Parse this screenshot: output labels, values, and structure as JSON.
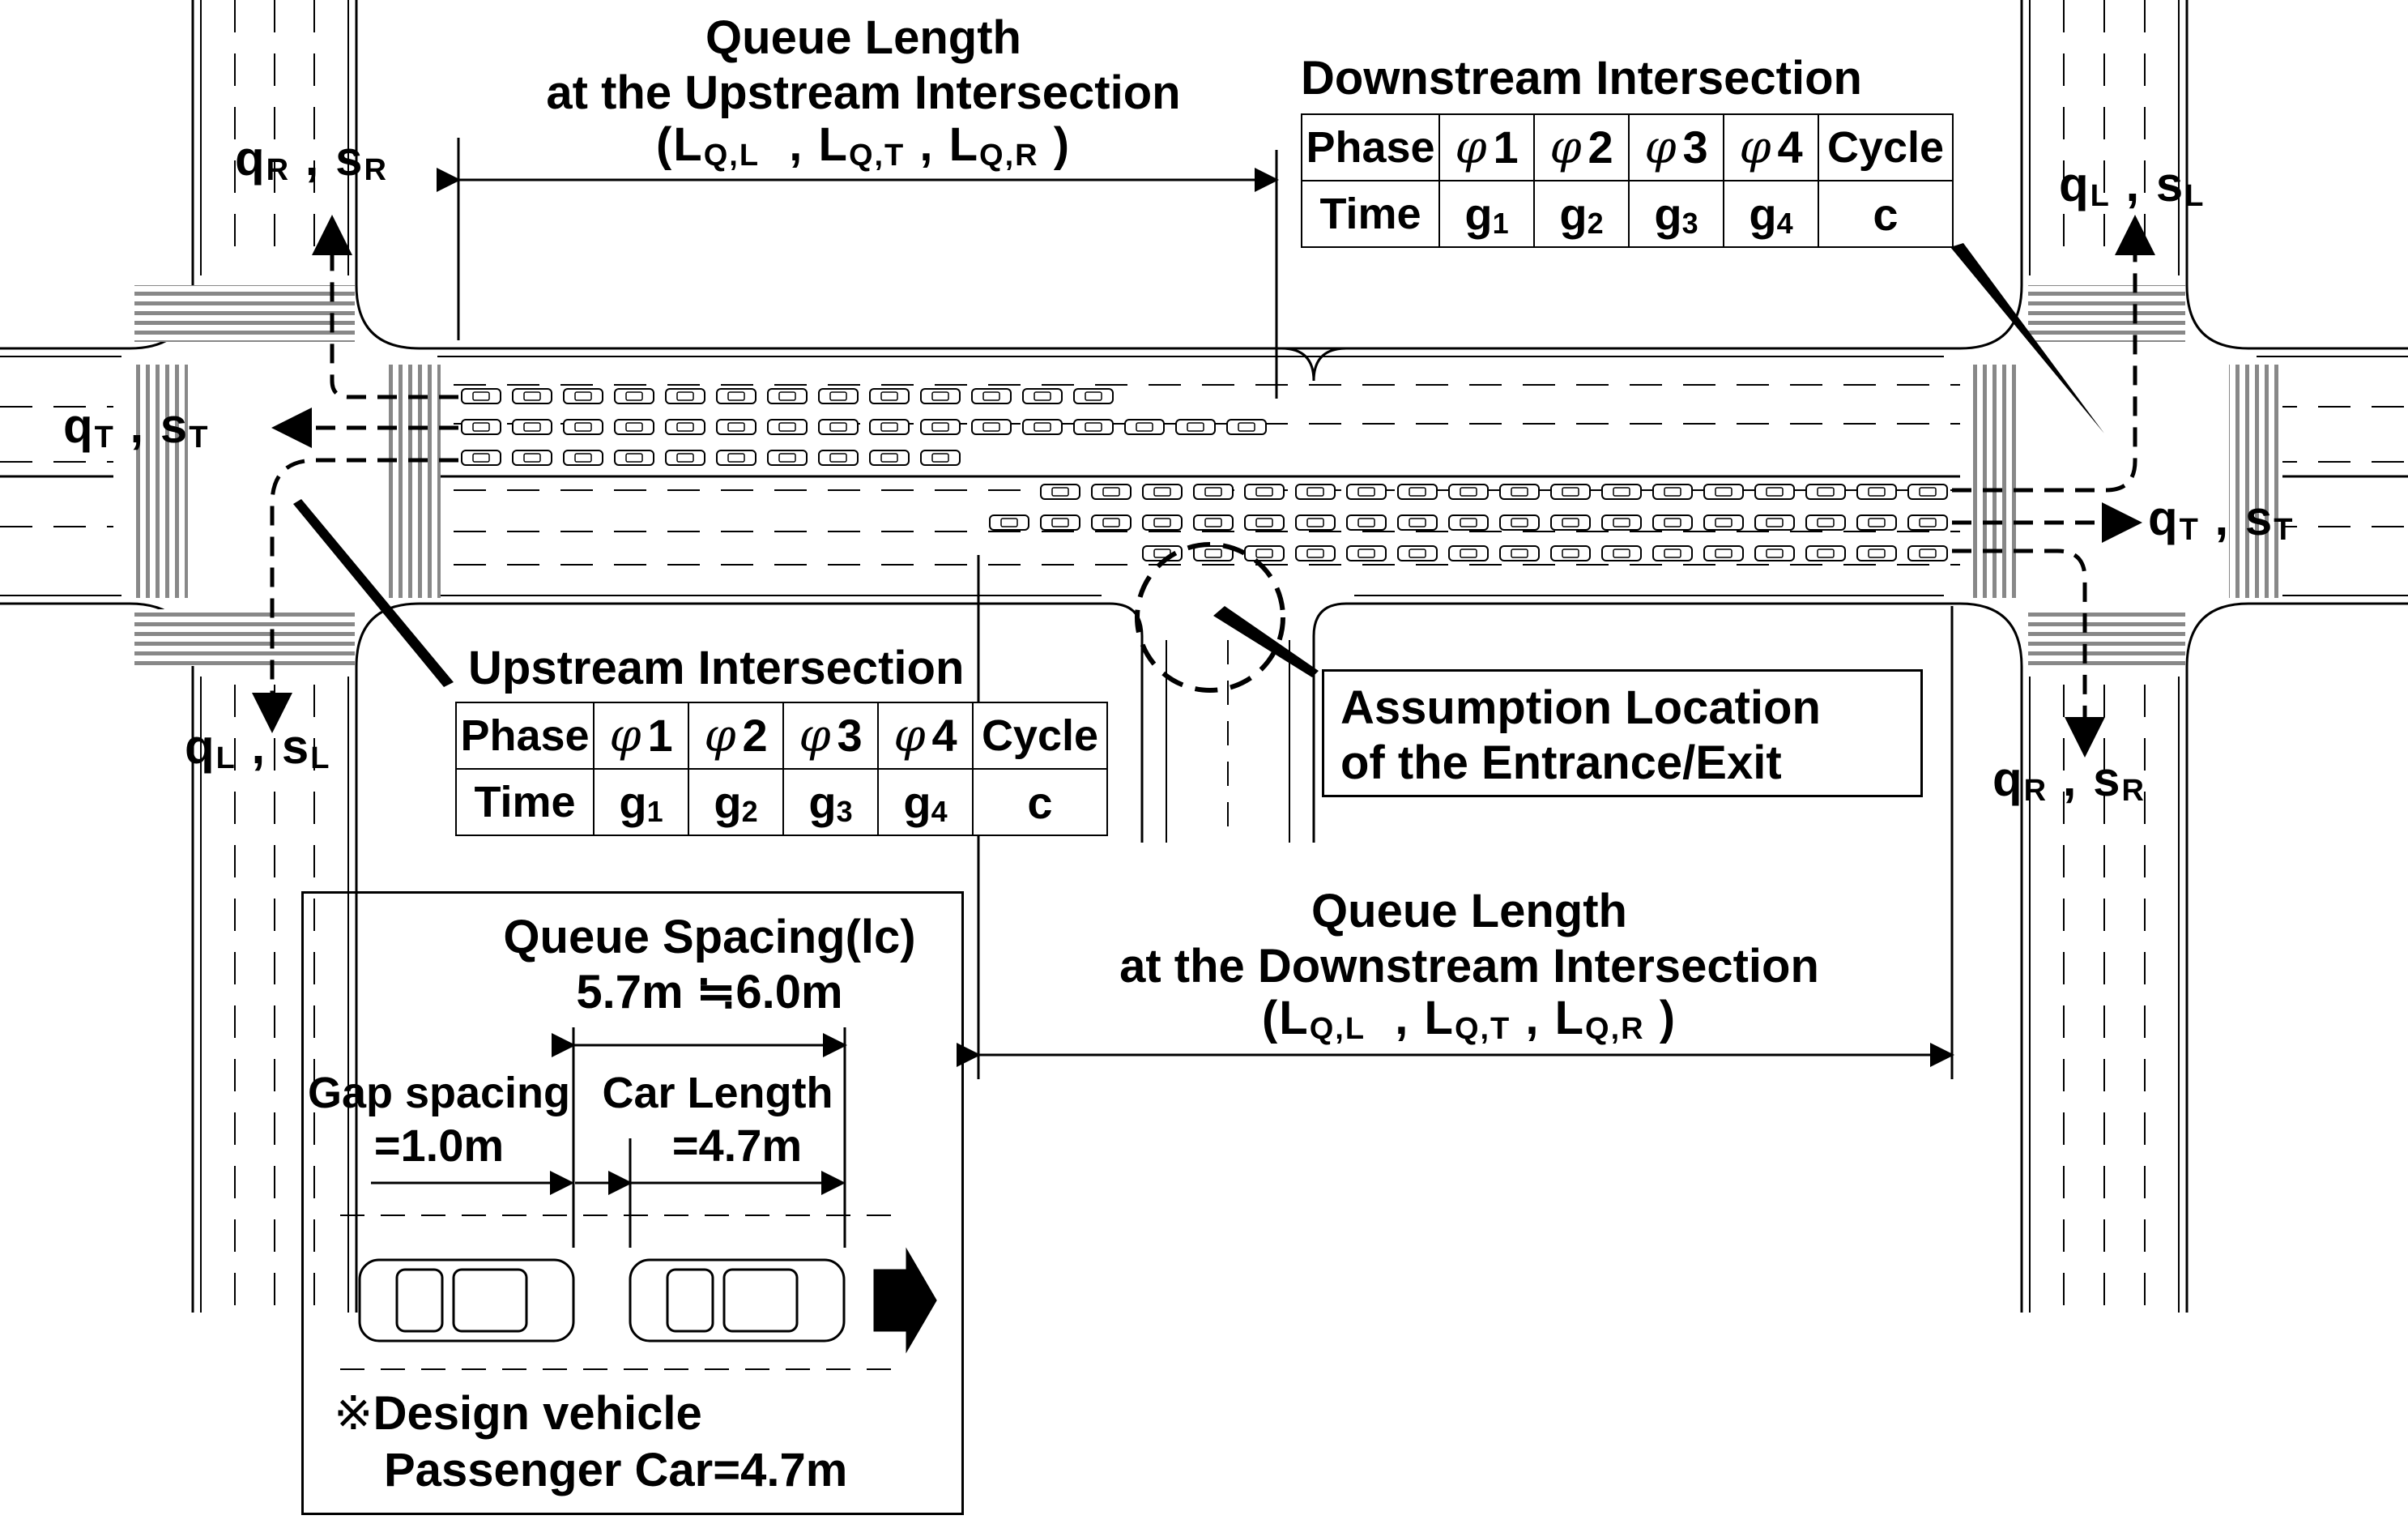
{
  "upstream_queue": {
    "line1": "Queue Length",
    "line2": "at the Upstream Intersection",
    "symbols": {
      "open": "(",
      "l_main": "L",
      "l_sub": "Q,L",
      "t_main": "L",
      "t_sub": "Q,T",
      "r_main": "L",
      "r_sub": "Q,R",
      "close": ")"
    }
  },
  "downstream_queue": {
    "line1": "Queue Length",
    "line2": "at the Downstream Intersection",
    "symbols": {
      "open": "(",
      "l_main": "L",
      "l_sub": "Q,L",
      "t_main": "L",
      "t_sub": "Q,T",
      "r_main": "L",
      "r_sub": "Q,R",
      "close": ")"
    }
  },
  "downstream_table": {
    "title": "Downstream Intersection",
    "row1": [
      "Phase",
      "φ",
      "1",
      "φ",
      "2",
      "φ",
      "3",
      "φ",
      "4",
      "Cycle"
    ],
    "row2": [
      "Time",
      "g",
      "1",
      "g",
      "2",
      "g",
      "3",
      "g",
      "4",
      "c"
    ]
  },
  "upstream_table": {
    "title": "Upstream Intersection",
    "row1": [
      "Phase",
      "φ",
      "1",
      "φ",
      "2",
      "φ",
      "3",
      "φ",
      "4",
      "Cycle"
    ],
    "row2": [
      "Time",
      "g",
      "1",
      "g",
      "2",
      "g",
      "3",
      "g",
      "4",
      "c"
    ]
  },
  "flows": {
    "up_right": {
      "q": "q",
      "qs": "R",
      "sep": " , ",
      "s": "s",
      "ss": "R"
    },
    "up_through": {
      "q": "q",
      "qs": "T",
      "sep": " , ",
      "s": "s",
      "ss": "T"
    },
    "up_left": {
      "q": "q",
      "qs": "L",
      "sep": " , ",
      "s": "s",
      "ss": "L"
    },
    "down_left": {
      "q": "q",
      "qs": "L",
      "sep": " , ",
      "s": "s",
      "ss": "L"
    },
    "down_through": {
      "q": "q",
      "qs": "T",
      "sep": " , ",
      "s": "s",
      "ss": "T"
    },
    "down_right": {
      "q": "q",
      "qs": "R",
      "sep": " , ",
      "s": "s",
      "ss": "R"
    }
  },
  "assumption": {
    "line1": "Assumption Location",
    "line2": "of the Entrance/Exit"
  },
  "legend": {
    "spacing_title": "Queue Spacing(lc)",
    "spacing_value": "5.7m ≒6.0m",
    "gap_label": "Gap spacing",
    "gap_value": "=1.0m",
    "car_label": "Car Length",
    "car_value": "=4.7m",
    "note_mark": "※",
    "note_line1": "Design vehicle",
    "note_line2": "Passenger Car=4.7m"
  },
  "queue_counts": {
    "upstream_lanes": [
      13,
      16,
      10
    ],
    "downstream_lanes": [
      18,
      19,
      16
    ]
  }
}
